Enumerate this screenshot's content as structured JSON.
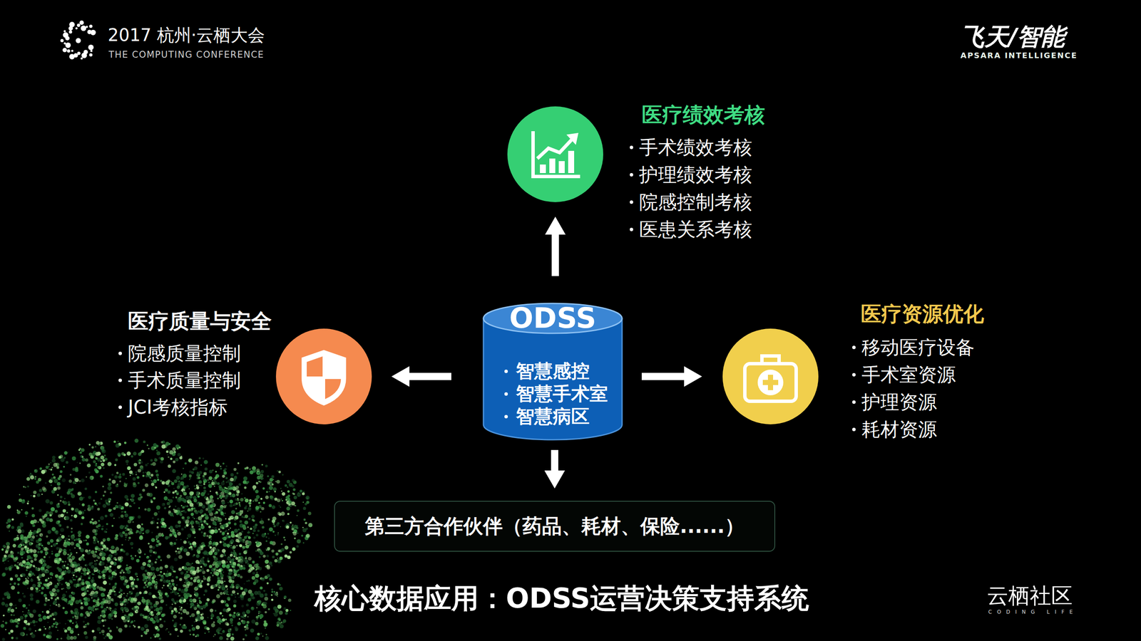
{
  "diagram": {
    "title": "核心数据应用：ODSS运营决策支持系统",
    "nodes": [
      {
        "text": [
          "医疗绩效考核",
          "手术绩效考核",
          "护理绩效考核",
          "院感控制考核",
          "医患关系考核"
        ]
      },
      {
        "text": [
          "医疗质量与安全",
          "院感质量控制",
          "手术质量控制",
          "JCI考核指标"
        ]
      },
      {
        "text": [
          "ODSS",
          "智慧感控",
          "智慧手术室",
          "智慧病区"
        ]
      },
      {
        "text": [
          "医疗资源优化",
          "移动医疗设备",
          "手术室资源",
          "护理资源",
          "耗材资源"
        ]
      },
      {
        "text": [
          "第三方合作伙伴（药品、耗材、保险......）"
        ]
      }
    ],
    "edges": [
      {
        "from": 2,
        "to": 0,
        "arrow": "to"
      },
      {
        "from": 2,
        "to": 1,
        "arrow": "to"
      },
      {
        "from": 2,
        "to": 3,
        "arrow": "to"
      },
      {
        "from": 2,
        "to": 4,
        "arrow": "to"
      }
    ],
    "labels": [
      "2017 杭州·云栖大会",
      "THE COMPUTING CONFERENCE",
      "飞天/智能",
      "APSARA INTELLIGENCE",
      "云栖社区",
      "CODING LIFE"
    ]
  }
}
